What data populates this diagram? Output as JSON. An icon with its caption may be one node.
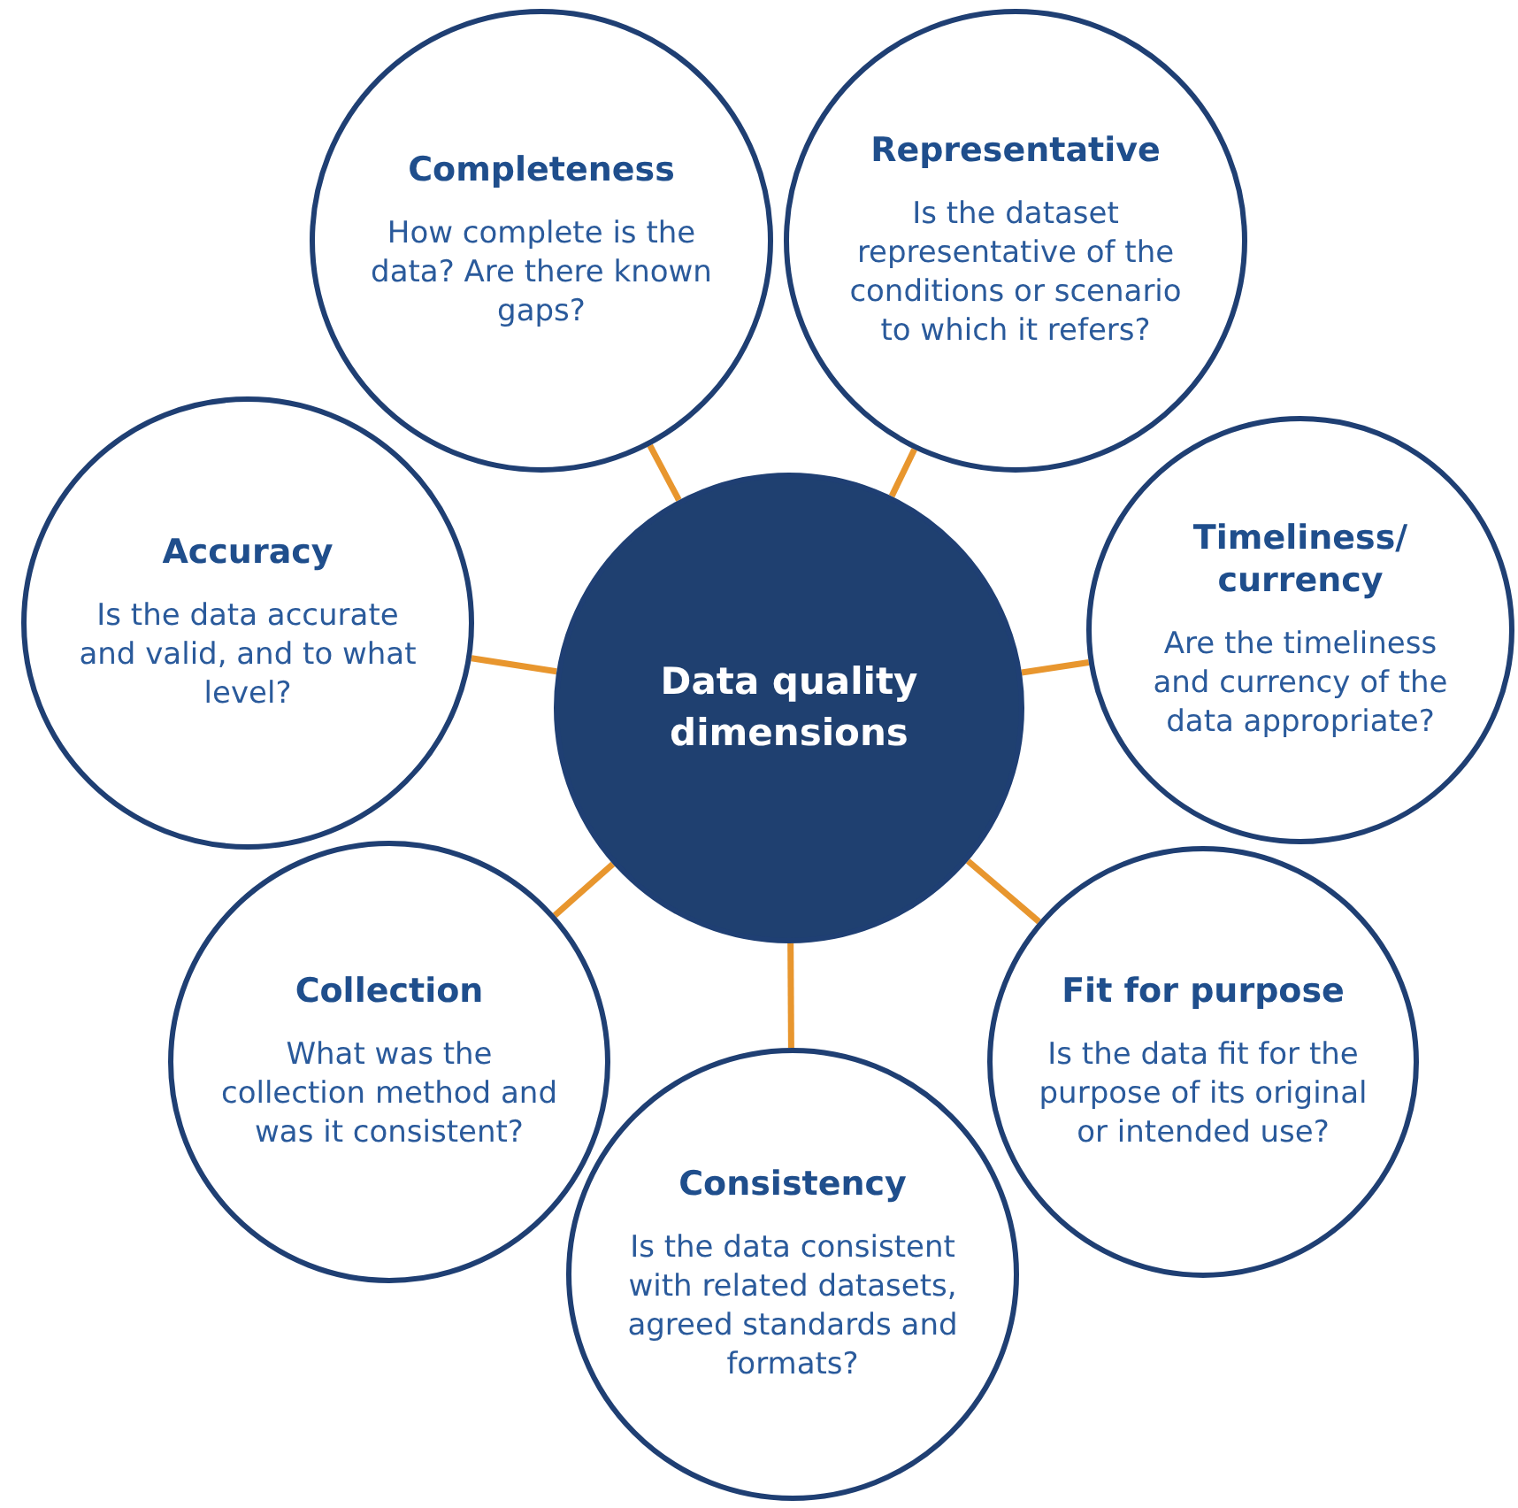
{
  "diagram": {
    "nodes": [
      {
        "text": [
          "Data quality dimensions"
        ]
      },
      {
        "text": [
          "Completeness",
          "How complete is the data? Are there known gaps?"
        ]
      },
      {
        "text": [
          "Representative",
          "Is the dataset representative of the conditions or scenario to which it refers?"
        ]
      },
      {
        "text": [
          "Accuracy",
          "Is the data accurate and valid, and to what level?"
        ]
      },
      {
        "text": [
          "Timeliness/ currency",
          "Are the timeliness and currency of the data appropriate?"
        ]
      },
      {
        "text": [
          "Collection",
          "What was the collection method and was it consistent?"
        ]
      },
      {
        "text": [
          "Fit for purpose",
          "Is the data fit for the purpose of its original or intended use?"
        ]
      },
      {
        "text": [
          "Consistency",
          "Is the data consistent with related datasets, agreed standards and formats?"
        ]
      }
    ],
    "edges": [
      {
        "from": 0,
        "to": 1,
        "arrow": "none"
      },
      {
        "from": 0,
        "to": 2,
        "arrow": "none"
      },
      {
        "from": 0,
        "to": 3,
        "arrow": "none"
      },
      {
        "from": 0,
        "to": 4,
        "arrow": "none"
      },
      {
        "from": 0,
        "to": 5,
        "arrow": "none"
      },
      {
        "from": 0,
        "to": 6,
        "arrow": "none"
      },
      {
        "from": 0,
        "to": 7,
        "arrow": "none"
      }
    ]
  }
}
